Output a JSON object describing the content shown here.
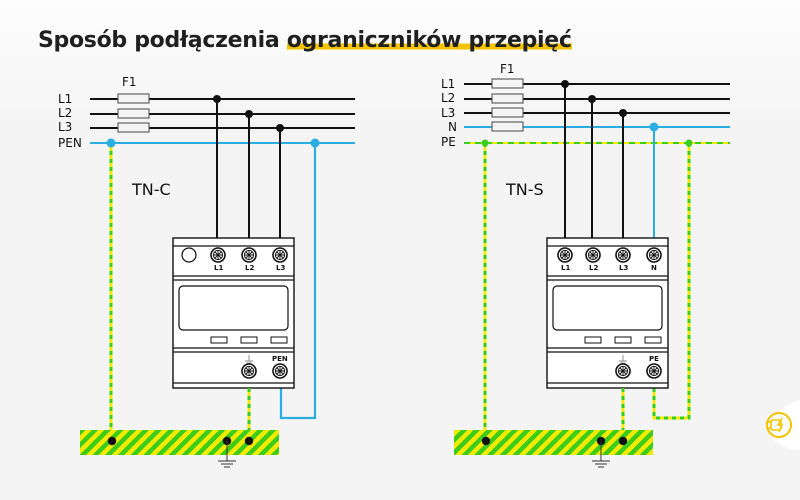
{
  "title": {
    "prefix": "Sposób podłączenia ",
    "highlight": "ograniczników przepięć"
  },
  "colors": {
    "phase": "#111111",
    "neutral": "#2aaee2",
    "pe_yellow": "#f2ea00",
    "pe_green": "#3ccc1a",
    "accent": "#f5c400",
    "background": "#f4f4f4"
  },
  "diagrams": [
    {
      "system": "TN-C",
      "fuse_label": "F1",
      "bus_labels": [
        "L1",
        "L2",
        "L3",
        "PEN"
      ],
      "device_top_terminals": [
        "L1",
        "L2",
        "L3"
      ],
      "device_bottom_terminals": [
        "",
        "PEN"
      ],
      "ground_symbol": "earth"
    },
    {
      "system": "TN-S",
      "fuse_label": "F1",
      "bus_labels": [
        "L1",
        "L2",
        "L3",
        "N",
        "PE"
      ],
      "device_top_terminals": [
        "L1",
        "L2",
        "L3",
        "N"
      ],
      "device_bottom_terminals": [
        "",
        "PE"
      ],
      "ground_symbol": "earth"
    }
  ],
  "logo": {
    "icon": "plug-lightning-icon"
  }
}
